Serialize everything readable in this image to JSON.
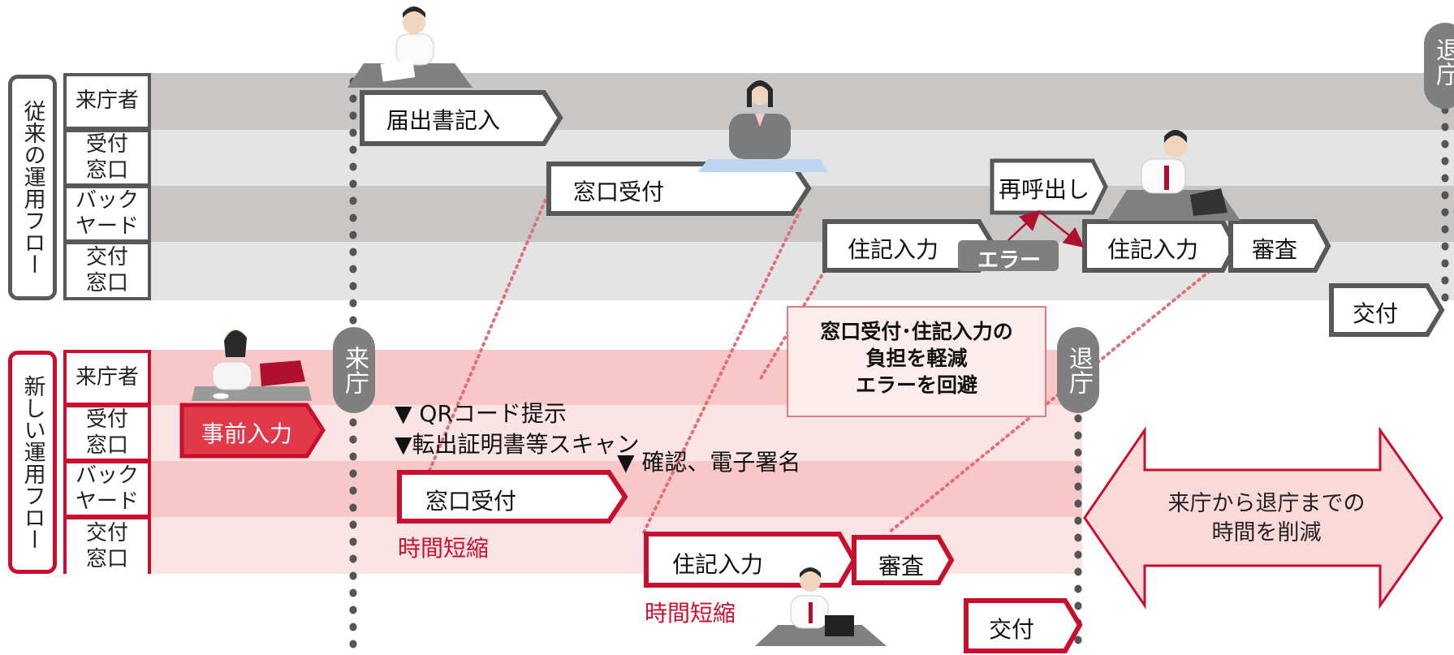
{
  "colors": {
    "traditional_border": "#595959",
    "new_border": "#c8102e",
    "accent_red": "#c8102e",
    "error_fill": "#7f7f7f",
    "highlight_fill": "#fdecec"
  },
  "traditional": {
    "label": "従来の運用フロー",
    "roles": [
      "来庁者",
      "受付\n窓口",
      "バック\nヤード",
      "交付\n窓口"
    ],
    "steps": {
      "form_entry": "届出書記入",
      "counter_reception": "窓口受付",
      "recall": "再呼出し",
      "resident_entry_1": "住記入力",
      "resident_entry_2": "住記入力",
      "review": "審査",
      "delivery": "交付",
      "error": "エラー"
    },
    "leave_marker": "退庁"
  },
  "new": {
    "label": "新しい運用フロー",
    "roles": [
      "来庁者",
      "受付\n窓口",
      "バック\nヤード",
      "交付\n窓口"
    ],
    "steps": {
      "pre_entry": "事前入力",
      "counter_reception": "窓口受付",
      "resident_entry": "住記入力",
      "review": "審査",
      "delivery": "交付"
    },
    "notes": {
      "qr": "▼ QRコード提示",
      "scan": "▼転出証明書等スキャン",
      "confirm": "▼ 確認、電子署名",
      "time_saved_1": "時間短縮",
      "time_saved_2": "時間短縮"
    },
    "arrive_marker": "来庁",
    "leave_marker": "退庁"
  },
  "callout": {
    "line1": "窓口受付･住記入力の",
    "line2": "負担を軽減",
    "line3": "エラーを回避"
  },
  "summary_arrow": {
    "line1": "来庁から退庁までの",
    "line2": "時間を削減"
  }
}
